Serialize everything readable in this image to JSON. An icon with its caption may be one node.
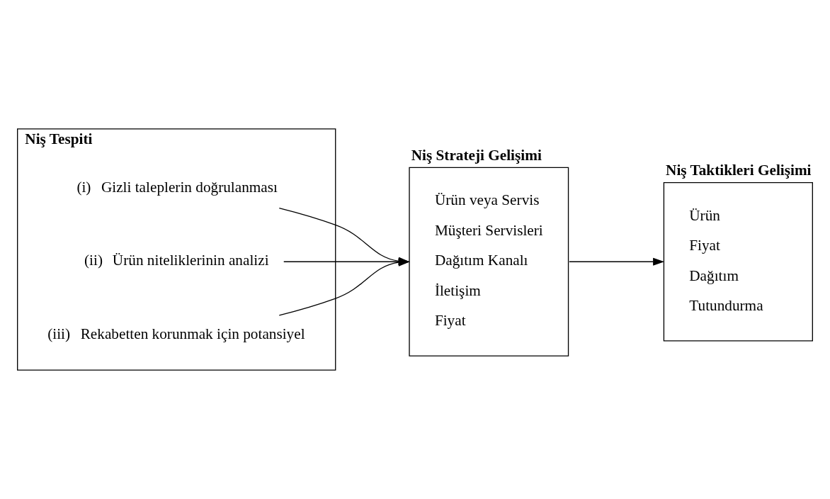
{
  "diagram": {
    "nodes": [
      {
        "text": [
          "Niş Tespiti"
        ]
      },
      {
        "text": [
          "(i)",
          "Gizli taleplerin doğrulanması"
        ],
        "in": 0
      },
      {
        "text": [
          "(ii)",
          "Ürün niteliklerinin analizi"
        ],
        "in": 0
      },
      {
        "text": [
          "(iii)",
          "Rekabetten korunmak için potansiyel"
        ],
        "in": 0
      },
      {
        "text": [
          "Niş Strateji Gelişimi",
          "Ürün veya Servis",
          "Müşteri Servisleri",
          "Dağıtım Kanalı",
          "İletişim",
          "Fiyat"
        ]
      },
      {
        "text": [
          "Niş Taktikleri Gelişimi",
          "Ürün",
          "Fiyat",
          "Dağıtım",
          "Tutundurma"
        ]
      }
    ],
    "edges": [
      {
        "from": 1,
        "to": 4,
        "arrow": "to"
      },
      {
        "from": 2,
        "to": 4,
        "arrow": "to"
      },
      {
        "from": 3,
        "to": 4,
        "arrow": "to"
      },
      {
        "from": 4,
        "to": 5,
        "arrow": "to"
      }
    ]
  }
}
